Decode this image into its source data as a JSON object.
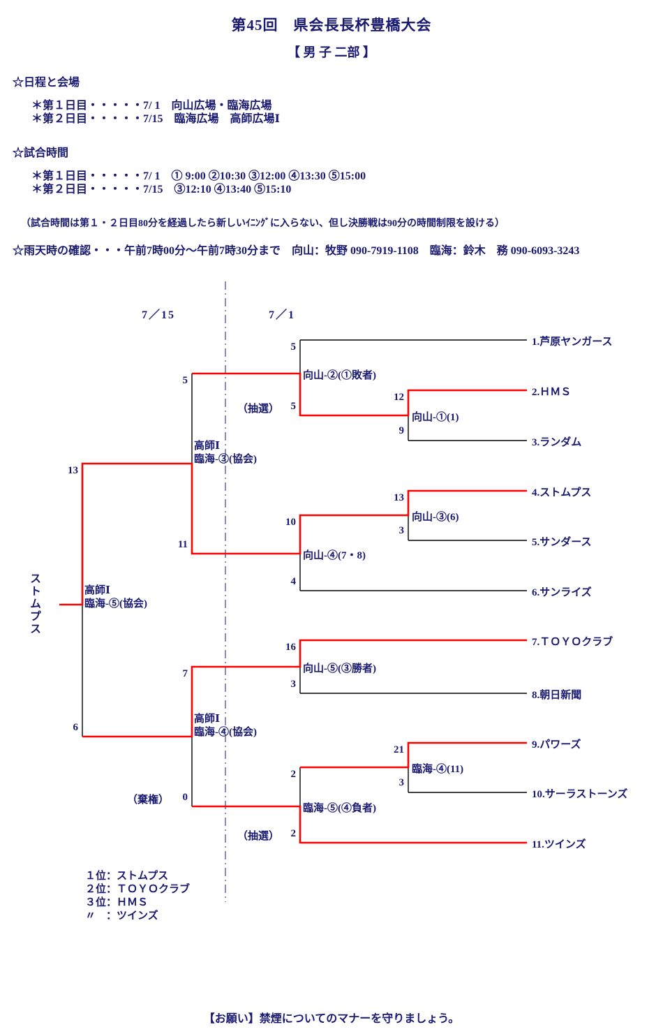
{
  "colors": {
    "text": "#191970",
    "line_black": "#000000",
    "line_red": "#FF0000",
    "background": "#FFFFFF"
  },
  "header": {
    "title": "第45回　県会長長杯豊橋大会",
    "subtitle": "【 男 子 二部 】",
    "venue_heading": "☆日程と会場",
    "venue_line1": "＊第１日目・・・・・7/ 1　向山広場・臨海広場",
    "venue_line2": "＊第２日目・・・・・7/15　臨海広場　高師広場Ⅰ",
    "time_heading": "☆試合時間",
    "time_line1": "＊第１日目・・・・・7/ 1　① 9:00 ②10:30 ③12:00 ④13:30 ⑤15:00",
    "time_line2": "＊第２日目・・・・・7/15　③12:10 ④13:40 ⑤15:10",
    "note": "（試合時間は第１・２日目80分を経過したら新しいｲﾆﾝｸﾞに入らない、但し決勝戦は90分の時間制限を設ける）",
    "rain_check": "☆雨天時の確認・・・午前7時00分～午前7時30分まで　向山：牧野 090-7919-1108　臨海：鈴木　務 090-6093-3243"
  },
  "bracket": {
    "date_day2": "7／15",
    "date_day1": "7／1",
    "teams": [
      "1.芦原ヤンガース",
      "2.ＨＭＳ",
      "3.ランダム",
      "4.ストムプス",
      "5.サンダース",
      "6.サンライズ",
      "7.ＴＯＹＯクラブ",
      "8.朝日新聞",
      "9.パワーズ",
      "10.サーラストーンズ",
      "11.ツインズ"
    ],
    "champion_vertical": "ストムプス",
    "matches": {
      "mukaiyama1": {
        "label": "向山-①(1)",
        "score_top": "12",
        "score_bottom": "9"
      },
      "mukaiyama2": {
        "label": "向山-②(①敗者)",
        "score_top": "5",
        "score_bottom": "5",
        "note_bottom": "（抽選）"
      },
      "mukaiyama3": {
        "label": "向山-③(6)",
        "score_top": "13",
        "score_bottom": "3"
      },
      "mukaiyama4": {
        "label": "向山-④(7・8)",
        "score_top": "10",
        "score_bottom": "4"
      },
      "mukaiyama5": {
        "label": "向山-⑤(③勝者)",
        "score_top": "16",
        "score_bottom": "3"
      },
      "rinkai4": {
        "label": "臨海-④(11)",
        "score_top": "21",
        "score_bottom": "3"
      },
      "rinkai5": {
        "label": "臨海-⑤(④負者)",
        "score_top": "2",
        "score_bottom": "2",
        "note_bottom": "（抽選）"
      },
      "semi1": {
        "venue": "高師Ⅰ",
        "label": "臨海-③(協会)",
        "score_top": "5",
        "score_bottom": "11"
      },
      "semi2": {
        "venue": "高師Ⅰ",
        "label": "臨海-④(協会)",
        "score_top": "7",
        "score_bottom": "0",
        "note_bottom": "（棄権）"
      },
      "final": {
        "venue": "高師Ⅰ",
        "label": "臨海-⑤(協会)",
        "score_top": "13",
        "score_bottom": "6"
      }
    }
  },
  "results": {
    "line1": "１位：ストムプス",
    "line2": "２位：ＴＯＹＯクラブ",
    "line3": "３位：ＨＭＳ",
    "line4": "〃　：ツインズ"
  },
  "footer": {
    "message": "【お願い】禁煙についてのマナーを守りましょう。"
  }
}
